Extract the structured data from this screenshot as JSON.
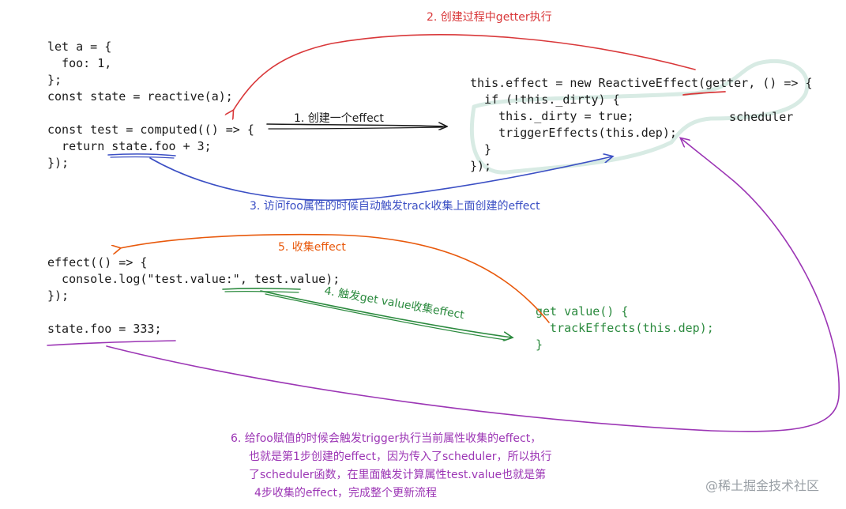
{
  "code_left_top": [
    "let a = {",
    "  foo: 1,",
    "};",
    "const state = reactive(a);",
    "",
    "const test = computed(() => {",
    "  return state.foo + 3;",
    "});"
  ],
  "code_right_top": [
    "this.effect = new ReactiveEffect(getter, () => {",
    "  if (!this._dirty) {",
    "    this._dirty = true;",
    "    triggerEffects(this.dep);",
    "  }",
    "});"
  ],
  "scheduler_label": "scheduler",
  "code_left_bottom": [
    "effect(() => {",
    "  console.log(\"test.value:\", test.value);",
    "});",
    "",
    "state.foo = 333;"
  ],
  "code_right_bottom": [
    "get value() {",
    "  trackEffects(this.dep);",
    "}"
  ],
  "labels": {
    "step1": "1. 创建一个effect",
    "step2": "2. 创建过程中getter执行",
    "step3": "3. 访问foo属性的时候自动触发track收集上面创建的effect",
    "step4": "4. 触发get value收集effect",
    "step5": "5. 收集effect",
    "step6": [
      "6. 给foo赋值的时候会触发trigger执行当前属性收集的effect，",
      "也就是第1步创建的effect，因为传入了scheduler，所以执行",
      "了scheduler函数，在里面触发计算属性test.value也就是第",
      "4步收集的effect，完成整个更新流程"
    ]
  },
  "watermark": "@稀土掘金技术社区",
  "colors": {
    "red": "#d9383a",
    "blue": "#3b4fc4",
    "orange": "#e8590c",
    "green": "#2b8a3e",
    "purple": "#9c36b5",
    "black": "#1b1b1b",
    "highlight": "#d8ebe4"
  }
}
